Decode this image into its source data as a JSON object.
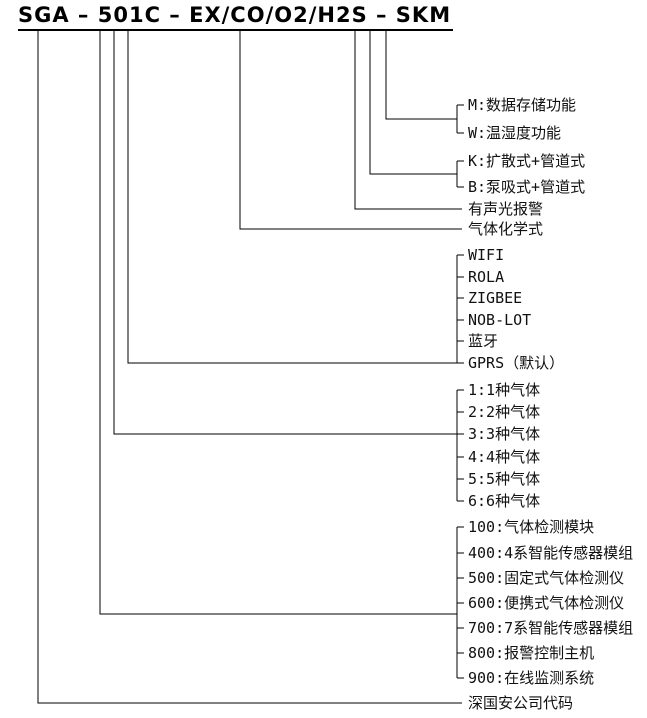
{
  "title": "SGA – 501C – EX/CO/O2/H2S – SKM",
  "colors": {
    "background": "#ffffff",
    "line": "#000000",
    "text": "#111111"
  },
  "groups": {
    "functions": [
      "M:数据存储功能",
      "W:温湿度功能"
    ],
    "sampling": [
      "K:扩散式+管道式",
      "B:泵吸式+管道式"
    ],
    "alarm": "有声光报警",
    "gas_formula": "气体化学式",
    "communication": [
      "WIFI",
      "ROLA",
      "ZIGBEE",
      "NOB-LOT",
      "蓝牙",
      "GPRS（默认）"
    ],
    "gas_count": [
      "1:1种气体",
      "2:2种气体",
      "3:3种气体",
      "4:4种气体",
      "5:5种气体",
      "6:6种气体"
    ],
    "product_series": [
      "100:气体检测模块",
      "400:4系智能传感器模组",
      "500:固定式气体检测仪",
      "600:便携式气体检测仪",
      "700:7系智能传感器模组",
      "800:报警控制主机",
      "900:在线监测系统"
    ],
    "company": "深国安公司代码"
  }
}
